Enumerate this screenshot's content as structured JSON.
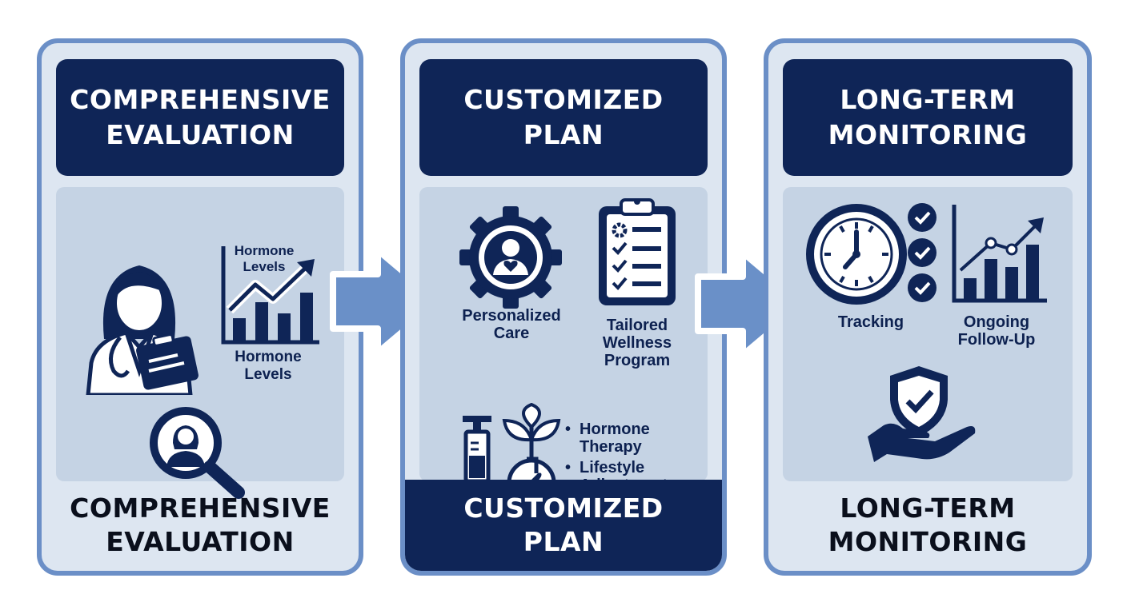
{
  "steps": [
    {
      "header": "COMPREHENSIVE\nEVALUATION",
      "footer": "COMPREHENSIVE\nEVALUATION",
      "chart_label_top": "Hormone\nLevels",
      "chart_label_bottom": "Hormone\nLevels"
    },
    {
      "header": "CUSTOMIZED\nPLAN",
      "footer": "CUSTOMIZED\nPLAN",
      "gear_label": "Personalized\nCare",
      "clipboard_label": "Tailored\nWellness\nProgram",
      "bullets": [
        "Hormone\nTherapy",
        "Lifestyle\nAdjustments"
      ]
    },
    {
      "header": "LONG-TERM\nMONITORING",
      "footer": "LONG-TERM\nMONITORING",
      "clock_label": "Tracking",
      "chart_label": "Ongoing\nFollow-Up"
    }
  ],
  "icons": {
    "step1": [
      "doctor-icon",
      "hormone-chart-icon",
      "magnifier-person-icon"
    ],
    "step2": [
      "gear-person-icon",
      "clipboard-checklist-icon",
      "syringe-icon",
      "plant-hand-icon"
    ],
    "step3": [
      "clock-checklist-icon",
      "growth-chart-icon",
      "shield-hand-icon"
    ],
    "connectors": [
      "arrow-right-icon",
      "arrow-right-icon"
    ]
  },
  "colors": {
    "navy": "#0f2557",
    "card_border": "#6b8fc7",
    "card_background": "#dde6f1",
    "panel_background": "#c5d3e4",
    "arrow": "#6a90c8"
  }
}
